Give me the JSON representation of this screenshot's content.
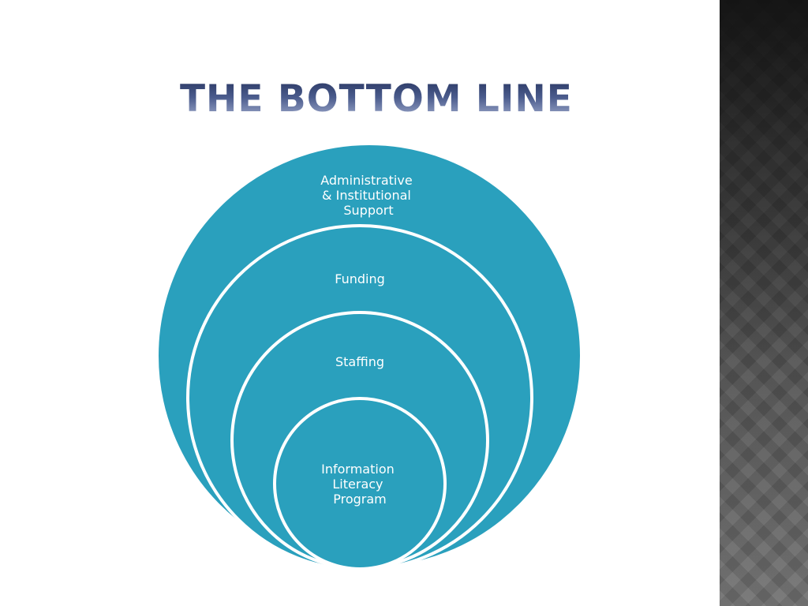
{
  "slide": {
    "title": "The Bottom Line"
  },
  "diagram": {
    "fill_color": "#2aa0bd",
    "stroke_color": "#ffffff",
    "rings": [
      {
        "label_lines": [
          "Administrative",
          "& Institutional",
          "Support"
        ]
      },
      {
        "label_lines": [
          "Funding"
        ]
      },
      {
        "label_lines": [
          "Staffing"
        ]
      },
      {
        "label_lines": [
          "Information",
          "Literacy",
          "Program"
        ]
      }
    ]
  }
}
